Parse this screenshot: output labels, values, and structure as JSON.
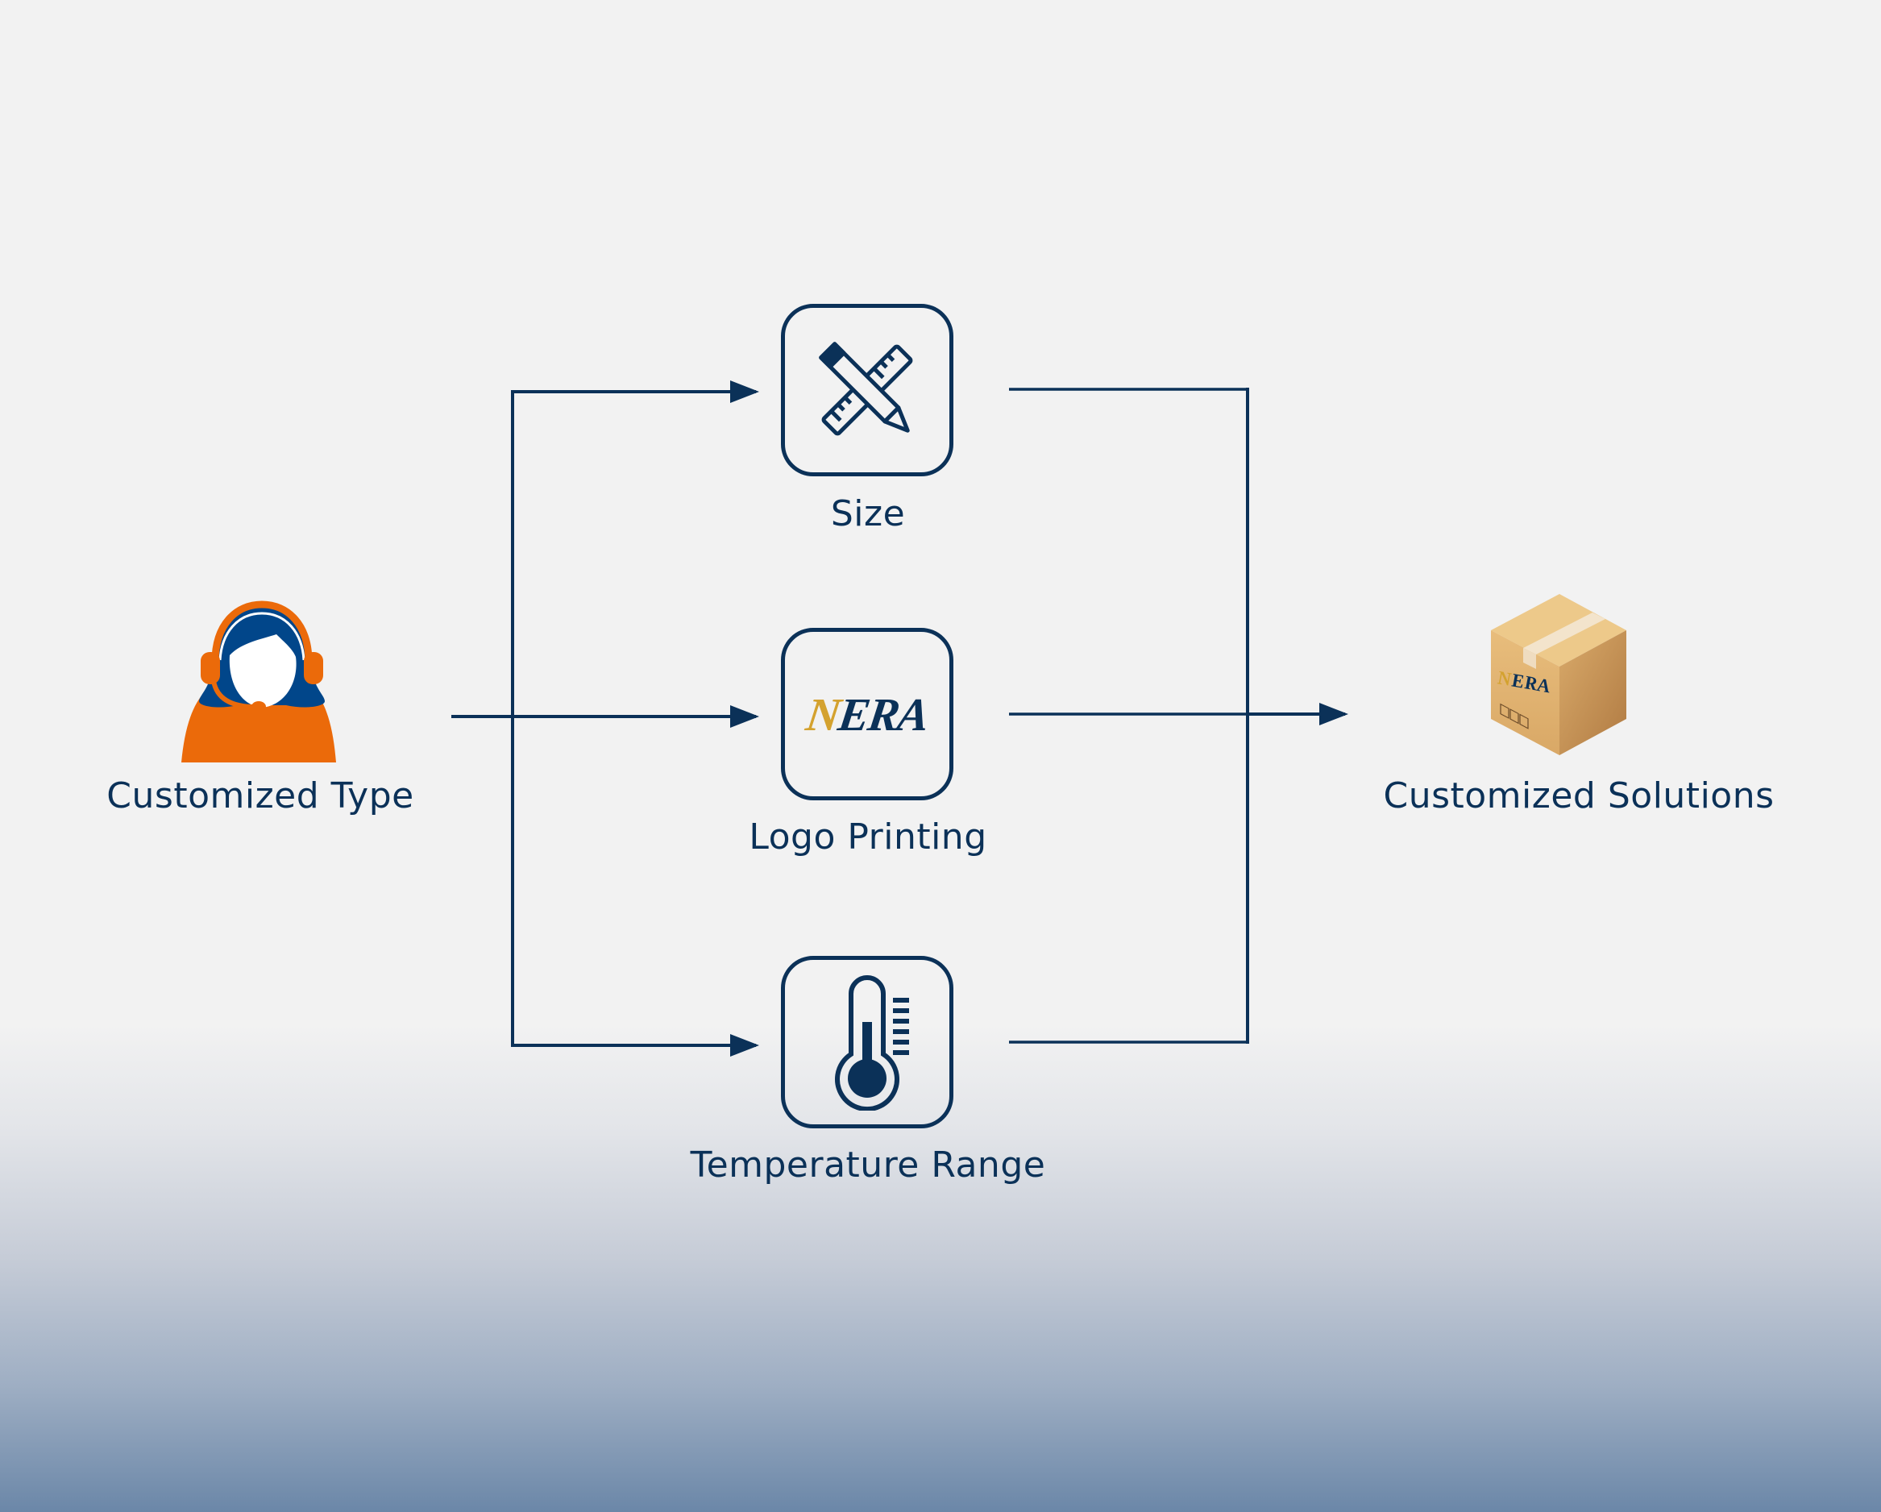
{
  "diagram": {
    "source": {
      "label": "Customized Type",
      "icon": "customer-service-agent-icon"
    },
    "options": [
      {
        "label": "Size",
        "icon": "pencil-ruler-icon"
      },
      {
        "label": "Logo Printing",
        "icon": "nera-logo",
        "logo_text": {
          "first": "N",
          "rest": "ERA"
        }
      },
      {
        "label": "Temperature Range",
        "icon": "thermometer-icon"
      }
    ],
    "target": {
      "label": "Customized Solutions",
      "icon": "cardboard-box-icon",
      "box_logo": {
        "first": "N",
        "rest": "ERA"
      }
    },
    "colors": {
      "primary": "#0b3158",
      "accent_orange": "#eb6a0a",
      "hair_blue": "#01468a",
      "logo_gold": "#d4a22f",
      "background": "#f2f2f2",
      "gradient_bottom": "#6b87a8"
    }
  }
}
